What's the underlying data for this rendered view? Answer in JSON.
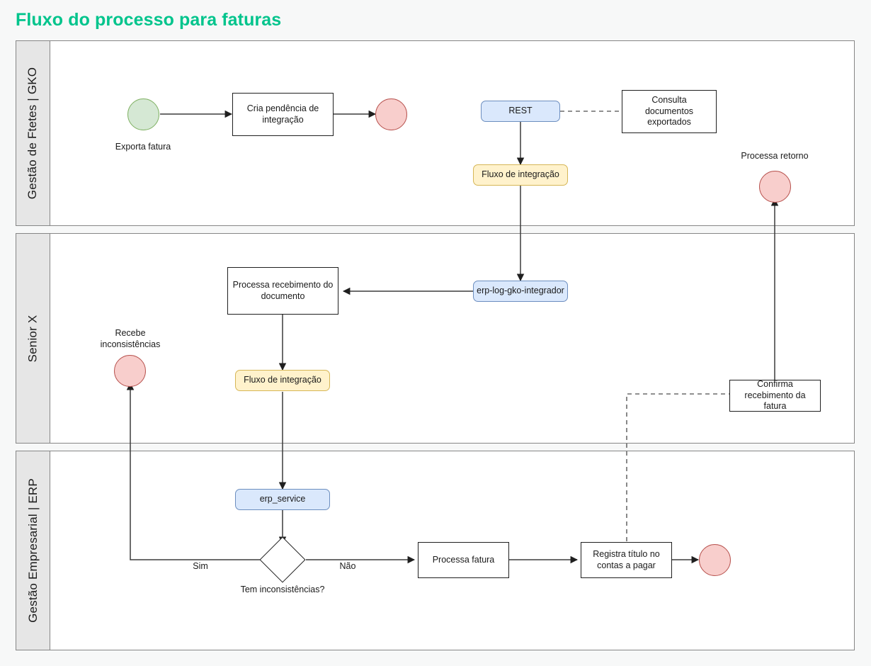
{
  "title": "Fluxo do processo para faturas",
  "theme": {
    "title_color": "#00c48c",
    "page_background": "#f7f8f8",
    "lane_header_fill": "#e6e6e6",
    "lane_border": "#868686",
    "start_event_fill": "#d5e8d4",
    "start_event_border": "#82b366",
    "end_event_fill": "#f8cecc",
    "end_event_border": "#b85450",
    "service_fill": "#dae8fc",
    "service_border": "#6c8ebf",
    "flow_fill": "#fff2cc",
    "flow_border": "#d6b656",
    "shape_border": "#1f1f1f"
  },
  "lanes": [
    {
      "id": "lane-gko",
      "label": "Gestão de Ftetes | GKO"
    },
    {
      "id": "lane-senior",
      "label": "Senior X"
    },
    {
      "id": "lane-erp",
      "label": "Gestão Empresarial | ERP"
    }
  ],
  "nodes": {
    "exporta_fatura_event": "",
    "exporta_fatura_label": "Exporta fatura",
    "cria_pendencia": "Cria pendência de integração",
    "gko_end_event": "",
    "rest": "REST",
    "consulta_documentos": "Consulta documentos exportados",
    "fluxo_integracao_gko": "Fluxo de integração",
    "processa_retorno_label": "Processa retorno",
    "processa_retorno_event": "",
    "processa_recebimento": "Processa recebimento do documento",
    "erp_log_gko_integrador": "erp-log-gko-integrador",
    "fluxo_integracao_senior": "Fluxo de integração",
    "recebe_inconsistencias_label": "Recebe inconsistências",
    "recebe_inconsistencias_event": "",
    "confirma_recebimento": "Confirma recebimento da fatura",
    "erp_service": "erp_service",
    "gateway": "",
    "gateway_label": "Tem inconsistências?",
    "processa_fatura": "Processa fatura",
    "registra_titulo": "Registra título no contas a pagar",
    "erp_end_event": ""
  },
  "edge_labels": {
    "sim": "Sim",
    "nao": "Não"
  }
}
